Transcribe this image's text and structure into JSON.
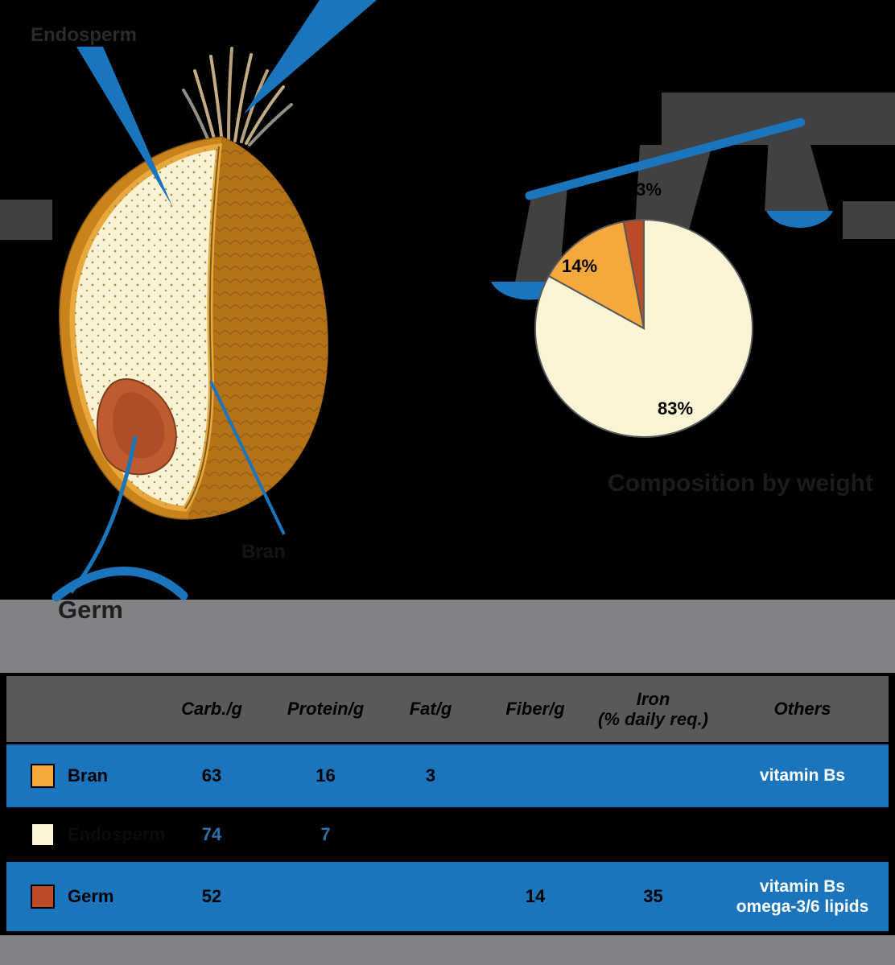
{
  "palette": {
    "background": "#000000",
    "accent_blue": "#1B75BC",
    "band_dark_gray": "#414042",
    "band_light_gray": "#808285",
    "table_header_gray": "#58595B",
    "endosperm_cream": "#FBF4D5",
    "bran_orange": "#F5A93C",
    "germ_red": "#BC4B27"
  },
  "grain_diagram": {
    "label_endosperm": "Endosperm",
    "label_bran": "Bran",
    "label_germ": "Germ"
  },
  "pie_chart": {
    "caption": "Composition by weight",
    "labels": {
      "endosperm": "83%",
      "bran": "14%",
      "germ": "3%"
    }
  },
  "chart_data": {
    "type": "pie",
    "title": "Composition by weight",
    "categories": [
      "Endosperm",
      "Bran",
      "Germ"
    ],
    "values": [
      83,
      14,
      3
    ],
    "percent_labels": [
      "83%",
      "14%",
      "3%"
    ],
    "colors": [
      "#FBF4D5",
      "#F5A93C",
      "#BC4B27"
    ],
    "legend_position": "none"
  },
  "table": {
    "headers": {
      "carb": "Carb./g",
      "protein": "Protein/g",
      "fat": "Fat/g",
      "fiber": "Fiber/g",
      "iron_line1": "Iron",
      "iron_line2": "(% daily req.)",
      "others": "Others"
    },
    "rows": [
      {
        "name": "Bran",
        "carb": "63",
        "protein": "16",
        "fat": "3",
        "fiber": "",
        "iron": "",
        "others": "vitamin Bs"
      },
      {
        "name": "Endosperm",
        "carb": "74",
        "protein": "7",
        "fat": "",
        "fiber": "",
        "iron": "",
        "others": ""
      },
      {
        "name": "Germ",
        "carb": "52",
        "protein": "",
        "fat": "",
        "fiber": "14",
        "iron": "35",
        "others_line1": "vitamin Bs",
        "others_line2": "omega-3/6 lipids"
      }
    ]
  }
}
